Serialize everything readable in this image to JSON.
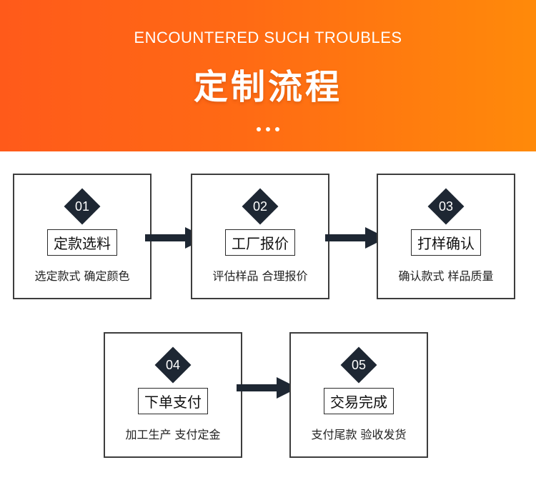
{
  "banner": {
    "subtitle": "ENCOUNTERED SUCH TROUBLES",
    "title": "定制流程"
  },
  "colors": {
    "banner_start": "#ff5a1a",
    "banner_end": "#ff8a0a",
    "diamond": "#1e2733",
    "arrow": "#1e2733"
  },
  "steps": [
    {
      "number": "01",
      "title": "定款选料",
      "desc": "选定款式  确定颜色"
    },
    {
      "number": "02",
      "title": "工厂报价",
      "desc": "评估样品  合理报价"
    },
    {
      "number": "03",
      "title": "打样确认",
      "desc": "确认款式  样品质量"
    },
    {
      "number": "04",
      "title": "下单支付",
      "desc": "加工生产  支付定金"
    },
    {
      "number": "05",
      "title": "交易完成",
      "desc": "支付尾款  验收发货"
    }
  ]
}
